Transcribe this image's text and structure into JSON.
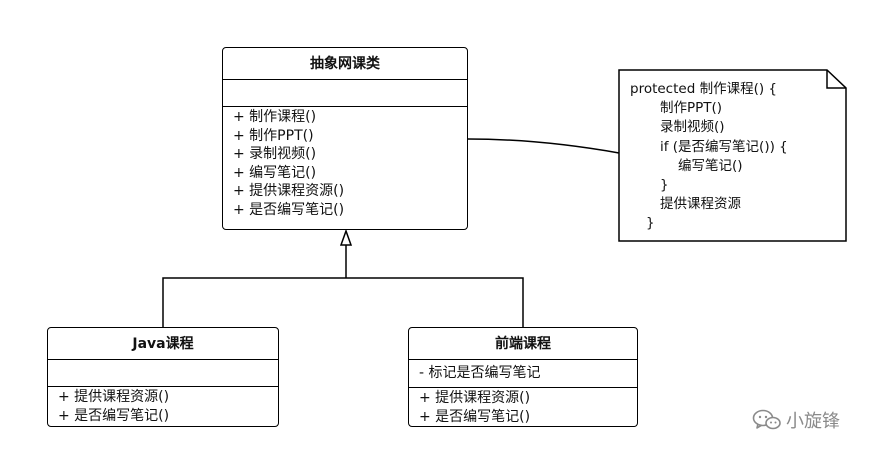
{
  "abstract_class": {
    "name": "抽象网课类",
    "attributes": [],
    "operations": [
      "+ 制作课程()",
      "+ 制作PPT()",
      "+ 录制视频()",
      "+ 编写笔记()",
      "+ 提供课程资源()",
      "+ 是否编写笔记()"
    ]
  },
  "java_class": {
    "name": "Java课程",
    "attributes": [],
    "operations": [
      "+ 提供课程资源()",
      "+ 是否编写笔记()"
    ]
  },
  "frontend_class": {
    "name": "前端课程",
    "attributes": [
      "- 标记是否编写笔记"
    ],
    "operations": [
      "+ 提供课程资源()",
      "+ 是否编写笔记()"
    ]
  },
  "note": {
    "lines": [
      "protected 制作课程() {",
      "制作PPT()",
      "录制视频()",
      "if (是否编写笔记()) {",
      "编写笔记()",
      "}",
      "提供课程资源",
      "}"
    ]
  },
  "watermark": {
    "text": "小旋锋",
    "icon": "wechat-icon"
  },
  "colors": {
    "stroke": "#000000",
    "text": "#111111",
    "watermark": "#8a8a8a"
  }
}
